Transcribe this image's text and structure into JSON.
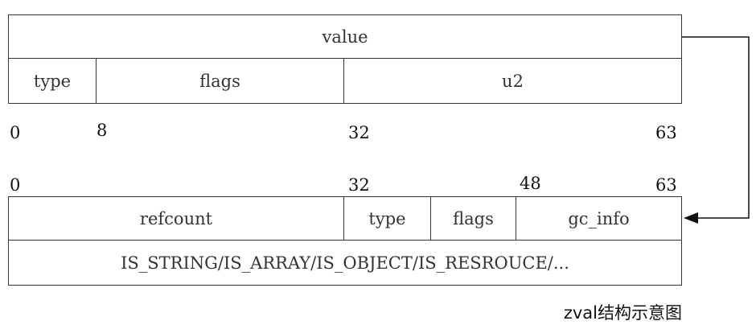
{
  "zval": {
    "value_label": "value",
    "fields": {
      "type": "type",
      "flags": "flags",
      "u2": "u2"
    },
    "bits": {
      "b0": "0",
      "b8": "8",
      "b32": "32",
      "b63": "63"
    }
  },
  "refcounted": {
    "bits": {
      "b0": "0",
      "b32": "32",
      "b48": "48",
      "b63": "63"
    },
    "fields": {
      "refcount": "refcount",
      "type": "type",
      "flags": "flags",
      "gc_info": "gc_info"
    },
    "types_label": "IS_STRING/IS_ARRAY/IS_OBJECT/IS_RESROUCE/..."
  },
  "caption": "zval结构示意图",
  "colors": {
    "border": "#333333",
    "text": "#222222"
  }
}
